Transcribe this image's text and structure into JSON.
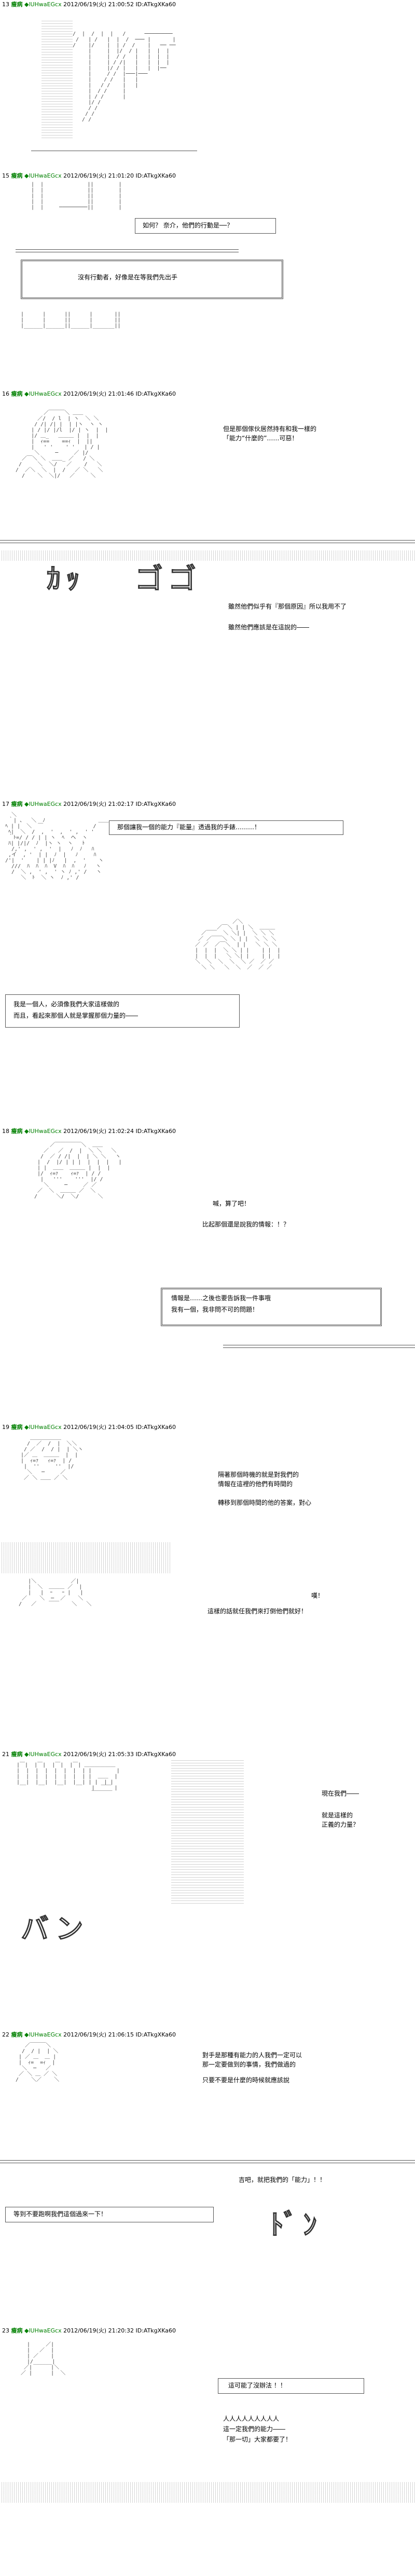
{
  "posts": [
    {
      "number": "13",
      "name": "瘦病",
      "trip": "◆lUHwaEGcx",
      "meta": "2012/06/19(火) 21:00:52 ID:ATkgXKa60",
      "lines": []
    },
    {
      "number": "15",
      "name": "瘦病",
      "trip": "◆lUHwaEGcx",
      "meta": "2012/06/19(火) 21:01:20 ID:ATkgXKa60",
      "lines": [
        "如何？ 奈介，他們的行動是──？",
        "沒有行動者，好像是在等我們先出手"
      ]
    },
    {
      "number": "16",
      "name": "瘦病",
      "trip": "◆lUHwaEGcx",
      "meta": "2012/06/19(火) 21:01:46 ID:ATkgXKa60",
      "lines": [
        "但是那個傢伙居然持有和我一樣的",
        "「能力“什麼的”……可惡！",
        "雖然他們似乎有『那個原因』所以我用不了",
        "雖然他們應該是在這說的――"
      ]
    },
    {
      "number": "17",
      "name": "瘦病",
      "trip": "◆lUHwaEGcx",
      "meta": "2012/06/19(火) 21:02:17 ID:ATkgXKa60",
      "lines": [
        "那個讓我一個的能力『能量』透過我的手錶………！",
        "我是一個人，必須像我們大家這樣做的",
        "而且，看起來那個人就是掌握那個力量的――"
      ]
    },
    {
      "number": "18",
      "name": "瘦病",
      "trip": "◆lUHwaEGcx",
      "meta": "2012/06/19(火) 21:02:24 ID:ATkgXKa60",
      "lines": [
        "喊，算了吧！",
        "比起那個還是說我的情報：！？",
        "情報是……之後也要告訴我一件事哦",
        "我有一個，我非問不可的問題！"
      ]
    },
    {
      "number": "19",
      "name": "瘦病",
      "trip": "◆lUHwaEGcx",
      "meta": "2012/06/19(火) 21:04:05 ID:ATkgXKa60",
      "lines": [
        "隔著那個時機的就是對我們的",
        "情報在這裡的他們有時間的",
        "轉移到那個時間的他的答案，對心",
        "嘆！",
        "這樣的話就任我們來打倒他們就好！"
      ]
    },
    {
      "number": "21",
      "name": "瘦病",
      "trip": "◆lUHwaEGcx",
      "meta": "2012/06/19(火) 21:05:33 ID:ATkgXKa60",
      "lines": [
        "現在我們――",
        "就是這樣的",
        "正義的力量？"
      ]
    },
    {
      "number": "22",
      "name": "瘦病",
      "trip": "◆lUHwaEGcx",
      "meta": "2012/06/19(火) 21:06:15 ID:ATkgXKa60",
      "lines": [
        "對手是那種有能力的人我們一定可以",
        "那一定要做到的事情，我們做過的",
        "只要不要是什麼的時候就應該說",
        "吉吧，就把我們的「能力」！！",
        "等到不要跑啊我們這個過來一下！"
      ]
    },
    {
      "number": "23",
      "name": "瘦病",
      "trip": "◆lUHwaEGcx",
      "meta": "2012/06/19(火) 21:20:32 ID:ATkgXKa60",
      "lines": [
        "這可能了沒辦法 ！！",
        "人人人人人人人人人",
        "這一定我們的能力――",
        "「那一切」大家都要了！"
      ]
    }
  ],
  "decor": {
    "big_text_1": "ｶｯ",
    "big_text_2": "ゴゴ",
    "big_text_3": "バン",
    "big_text_4": "ﾄﾞﾝ"
  },
  "colors": {
    "name": "#008000",
    "text": "#000000",
    "lines": "#555555"
  }
}
